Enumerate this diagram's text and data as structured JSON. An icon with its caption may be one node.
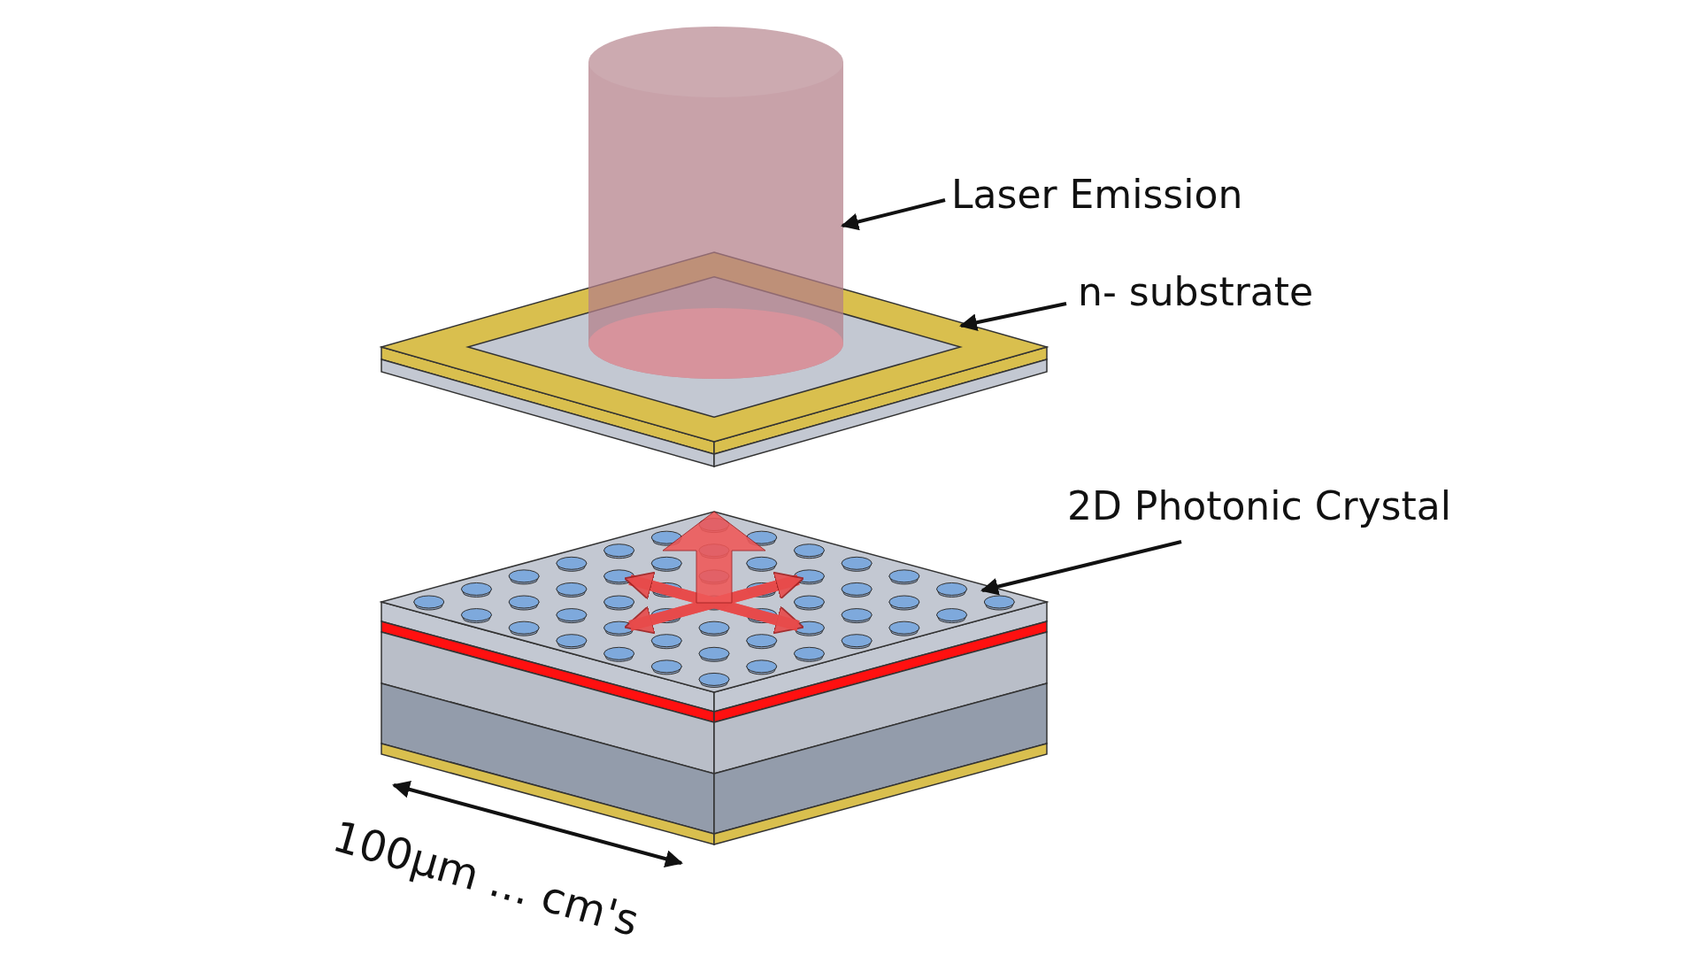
{
  "diagram": {
    "nodes": [
      {
        "text": [
          "Laser Emission"
        ]
      },
      {
        "text": [],
        "shape": "cylinder"
      },
      {
        "text": [
          "n- substrate"
        ]
      },
      {
        "text": [],
        "shape": "box"
      },
      {
        "text": [
          "2D Photonic Crystal"
        ]
      },
      {
        "text": [],
        "shape": "box"
      }
    ],
    "edges": [
      {
        "from": 0,
        "to": 1,
        "arrow": "to"
      },
      {
        "from": 2,
        "to": 3,
        "arrow": "to"
      },
      {
        "from": 4,
        "to": 5,
        "arrow": "to"
      }
    ],
    "labels": [
      "100µm ... cm's"
    ]
  }
}
